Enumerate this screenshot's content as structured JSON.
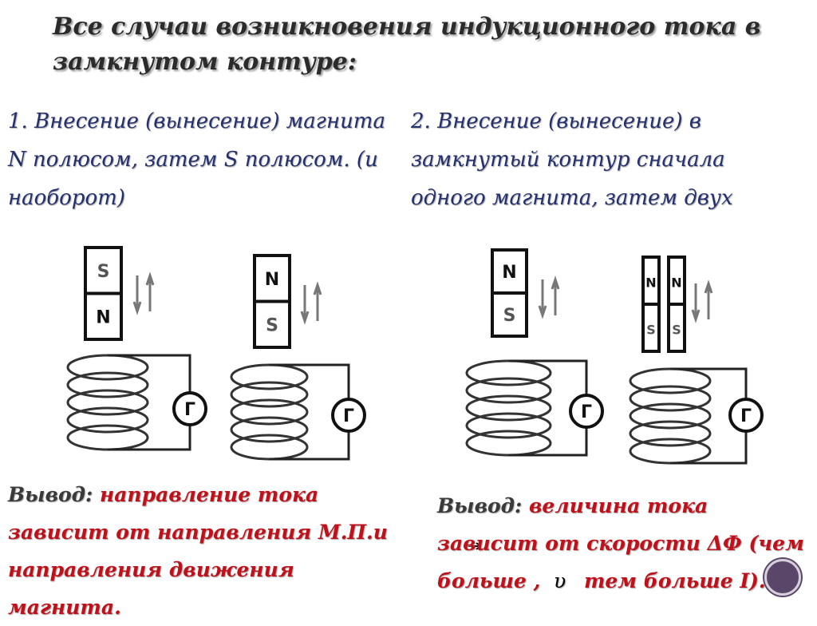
{
  "title": "Все случаи возникновения индукционного  тока в замкнутом контуре:",
  "case1": "1. Внесение (вынесение) магнита  N полюсом, затем S полюсом. (и наоборот)",
  "case2": "2. Внесение (вынесение) в замкнутый контур сначала одного магнита, затем двух",
  "diagrams": [
    {
      "magnets": [
        [
          "S",
          "N"
        ]
      ],
      "galvanometer": "Г"
    },
    {
      "magnets": [
        [
          "N",
          "S"
        ]
      ],
      "galvanometer": "Г"
    },
    {
      "magnets": [
        [
          "N",
          "S"
        ]
      ],
      "galvanometer": "Г"
    },
    {
      "magnets": [
        [
          "N",
          "S"
        ],
        [
          "N",
          "S"
        ]
      ],
      "galvanometer": "Г"
    }
  ],
  "conclusion1": {
    "label": "Вывод:",
    "text": "направление тока зависит от направления М.П.и направления движения магнита."
  },
  "conclusion2": {
    "label": "Вывод:",
    "text1": "величина тока зависит от  скорости ΔФ (чем больше ,",
    "symbol": "υ",
    "text2": "тем больше I)."
  },
  "colors": {
    "title": "#2b2b2b",
    "cases": "#24306e",
    "conclusion": "#c0101a",
    "nav": "#5a4668"
  }
}
